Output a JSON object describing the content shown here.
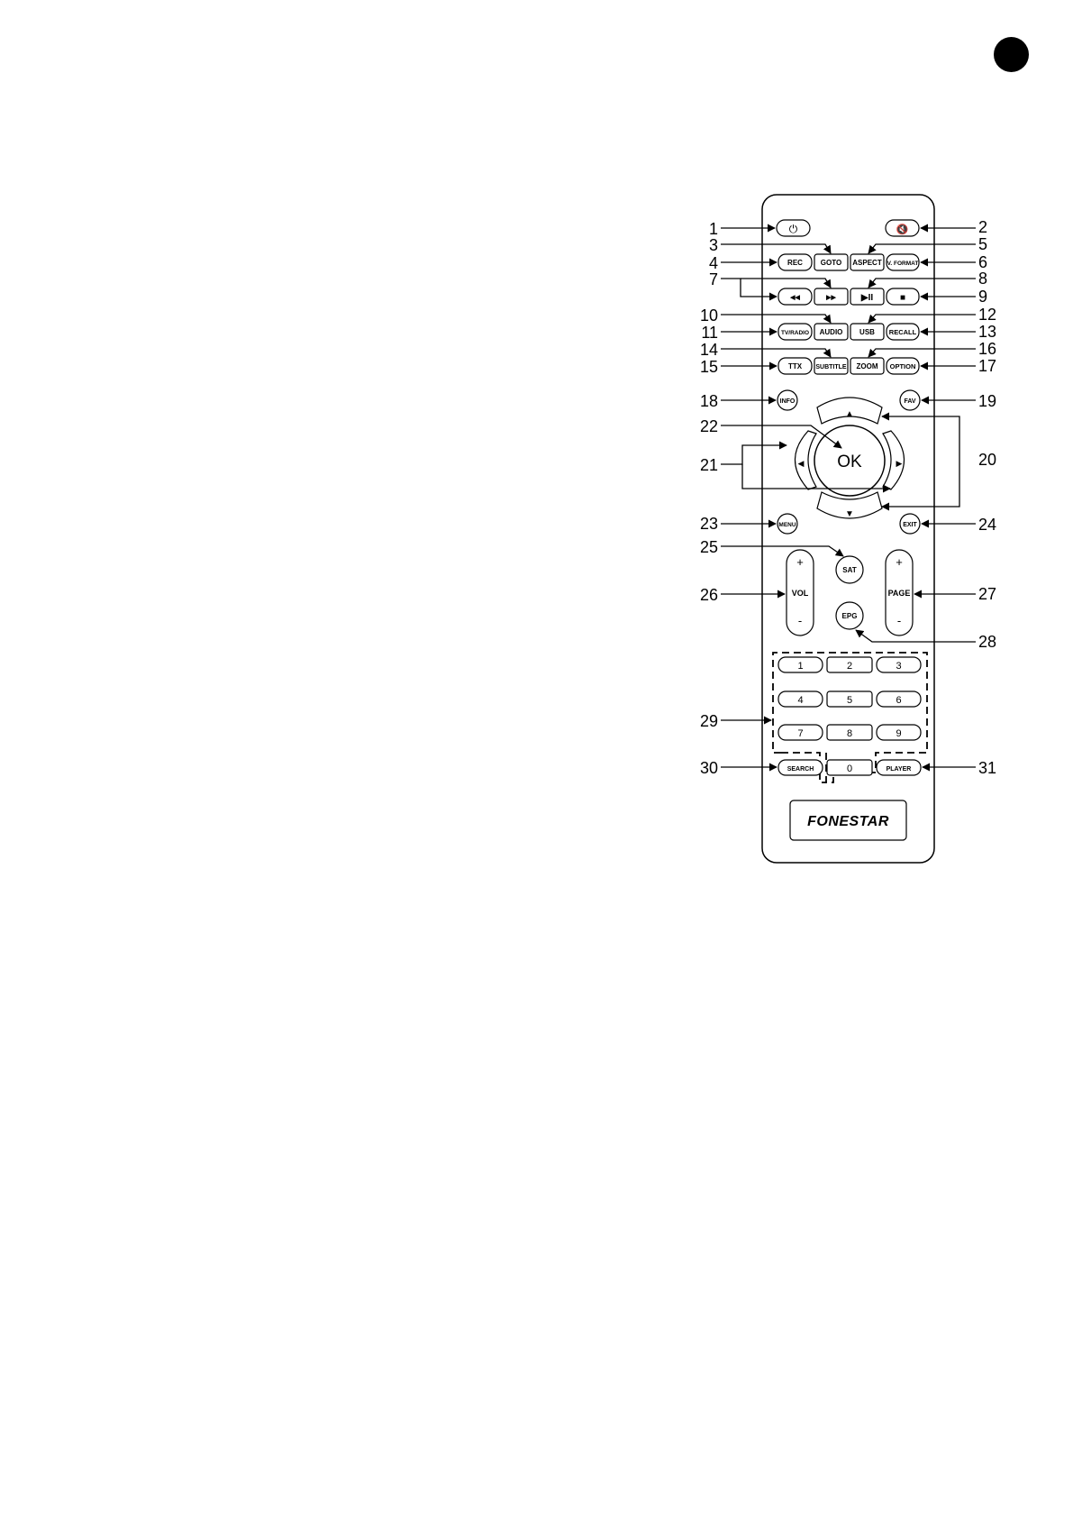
{
  "language_marker_color": "#000000",
  "remote": {
    "row1": {
      "power": "⏻",
      "mute": "🔇"
    },
    "row2": [
      "REC",
      "GOTO",
      "ASPECT",
      "V. FORMAT"
    ],
    "row3": [
      "◀◀",
      "▶▶",
      "▶II",
      "■"
    ],
    "row4": [
      "TV/RADIO",
      "AUDIO",
      "USB",
      "RECALL"
    ],
    "row5": [
      "TTX",
      "SUBTITLE",
      "ZOOM",
      "OPTION"
    ],
    "info": "INFO",
    "fav": "FAV",
    "ok": "OK",
    "nav_up": "▲",
    "nav_down": "▼",
    "nav_left": "◀",
    "nav_right": "▶",
    "menu": "MENU",
    "exit": "EXIT",
    "sat": "SAT",
    "epg": "EPG",
    "vol": {
      "plus": "+",
      "label": "VOL",
      "minus": "-"
    },
    "page": {
      "plus": "+",
      "label": "PAGE",
      "minus": "-"
    },
    "digits": [
      "1",
      "2",
      "3",
      "4",
      "5",
      "6",
      "7",
      "8",
      "9"
    ],
    "zero": "0",
    "search": "SEARCH",
    "player": "PLAYER",
    "brand": "FONESTAR"
  },
  "callouts": [
    "1",
    "2",
    "3",
    "4",
    "5",
    "6",
    "7",
    "8",
    "9",
    "10",
    "11",
    "12",
    "13",
    "14",
    "15",
    "16",
    "17",
    "18",
    "19",
    "20",
    "21",
    "22",
    "23",
    "24",
    "25",
    "26",
    "27",
    "28",
    "29",
    "30",
    "31"
  ]
}
